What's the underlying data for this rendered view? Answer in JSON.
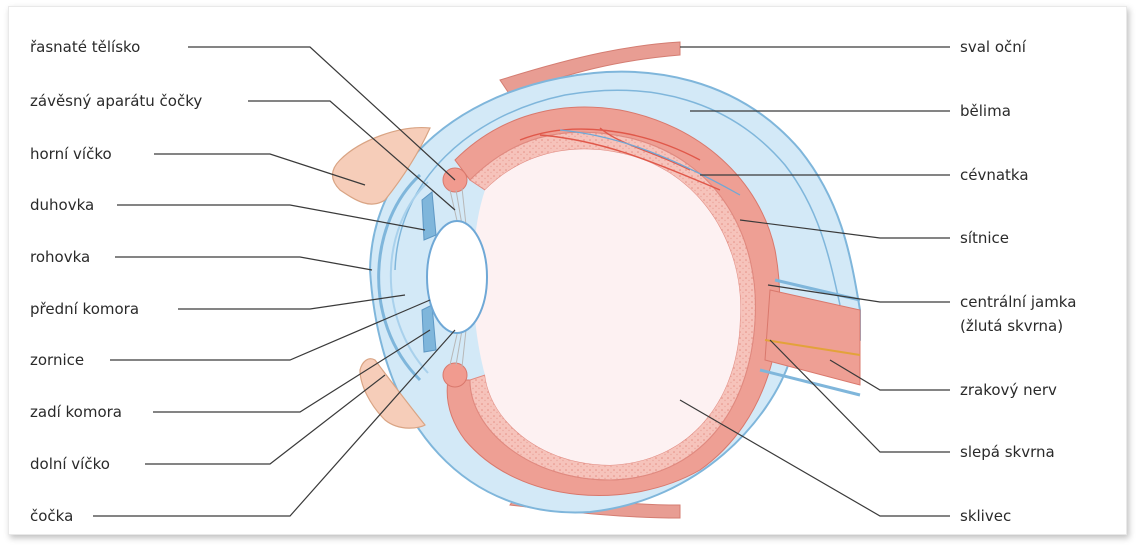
{
  "labels_left": [
    "řasnaté tělísko",
    "závěsný aparátu čočky",
    "horní víčko",
    "duhovka",
    "rohovka",
    "přední komora",
    "zornice",
    "zadí komora",
    "dolní víčko",
    "čočka"
  ],
  "labels_right": [
    "sval oční",
    "bělima",
    "cévnatka",
    "sítnice",
    "centrální jamka",
    "(žlutá skvrna)",
    "zrakový nerv",
    "slepá skvrna",
    "sklivec"
  ],
  "colors": {
    "sclera": "#cfe6f5",
    "sclera_edge": "#7fb6db",
    "choroid": "#f0a59a",
    "retina": "#f6c9c2",
    "vitreous": "#fdf2f3",
    "muscle": "#e79b92",
    "eyelid": "#f5c9b6",
    "leader": "#3a3a3a"
  }
}
